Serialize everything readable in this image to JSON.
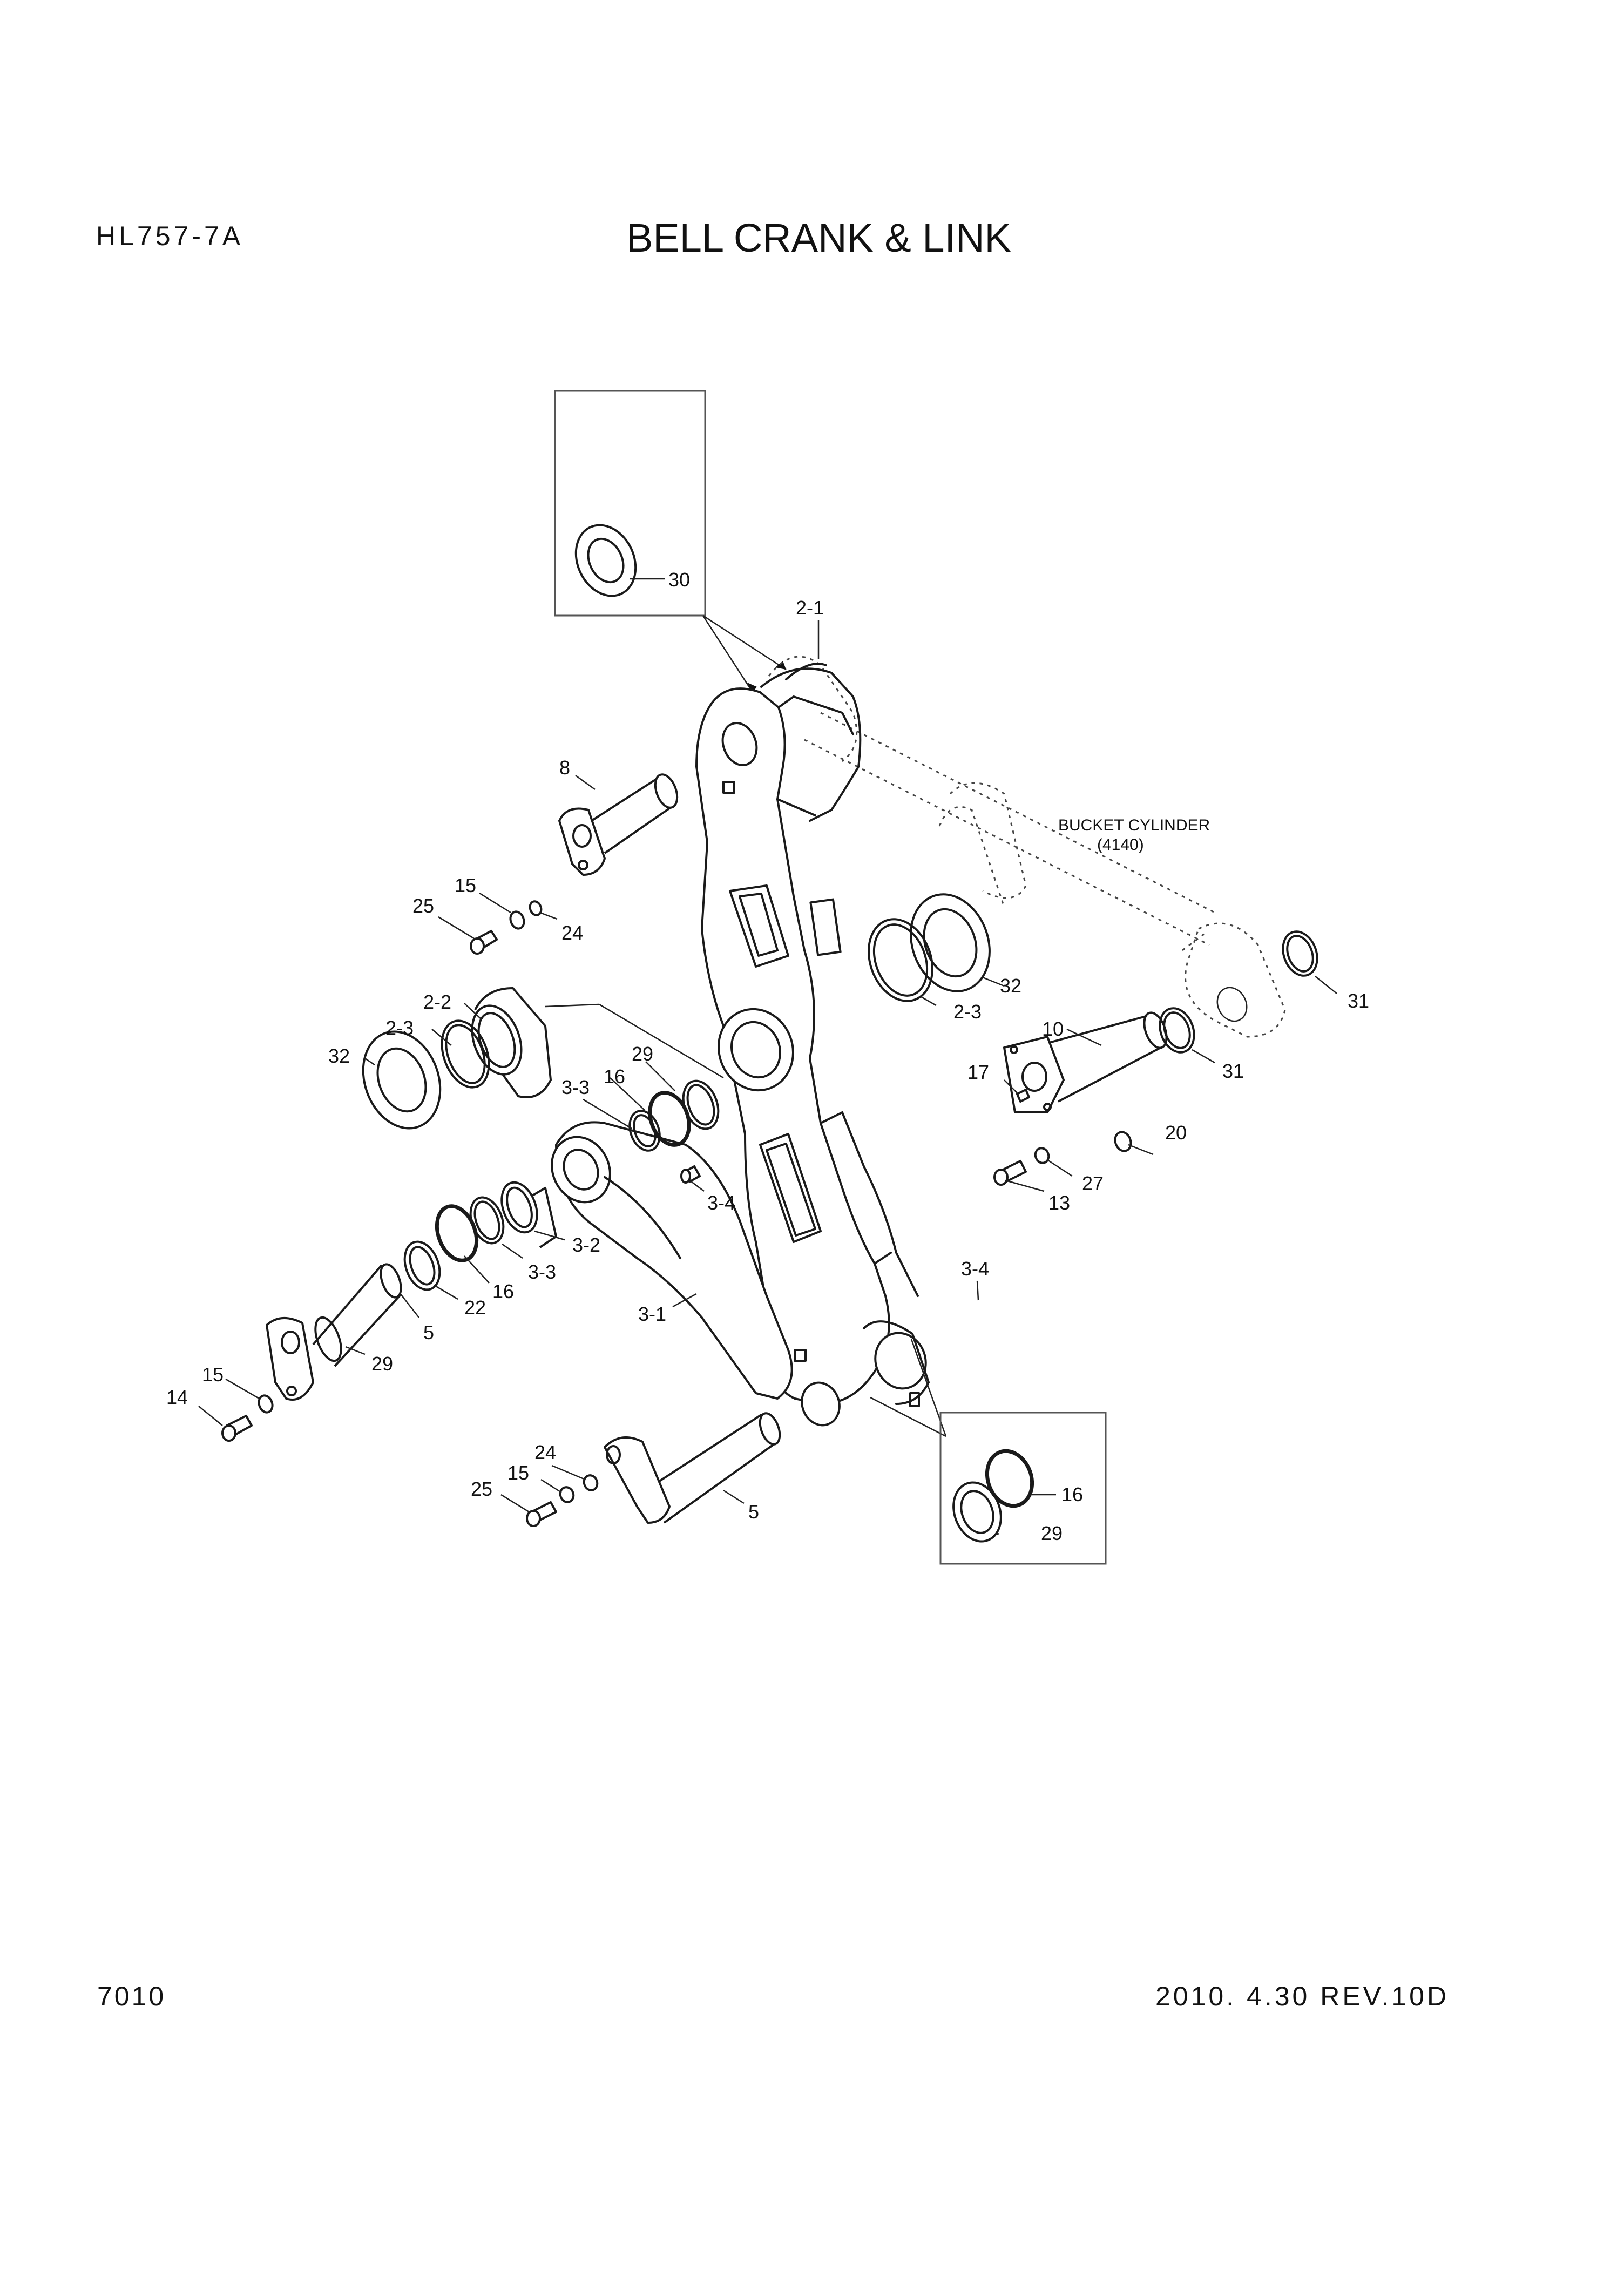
{
  "header": {
    "model": "HL757-7A",
    "title": "BELL CRANK & LINK"
  },
  "footer": {
    "page_number": "7010",
    "revision": "2010. 4.30  REV.10D"
  },
  "annotations": {
    "bucket_cylinder_line1": "BUCKET CYLINDER",
    "bucket_cylinder_line2": "(4140)"
  },
  "callouts": {
    "c30": "30",
    "c2_1": "2-1",
    "c8": "8",
    "c15a": "15",
    "c25a": "25",
    "c24a": "24",
    "c32a": "32",
    "c2_3a": "2-3",
    "c31a": "31",
    "c2_2": "2-2",
    "c2_3b": "2-3",
    "c32b": "32",
    "c10": "10",
    "c31b": "31",
    "c29a": "29",
    "c16a": "16",
    "c3_3a": "3-3",
    "c17": "17",
    "c20": "20",
    "c3_4a": "3-4",
    "c27": "27",
    "c13": "13",
    "c3_2": "3-2",
    "c3_3b": "3-3",
    "c22": "22",
    "c16b": "16",
    "c3_4b": "3-4",
    "c3_1": "3-1",
    "c5a": "5",
    "c29b": "29",
    "c15b": "15",
    "c14": "14",
    "c24b": "24",
    "c15c": "15",
    "c25b": "25",
    "c5b": "5",
    "c16c": "16",
    "c29c": "29"
  }
}
